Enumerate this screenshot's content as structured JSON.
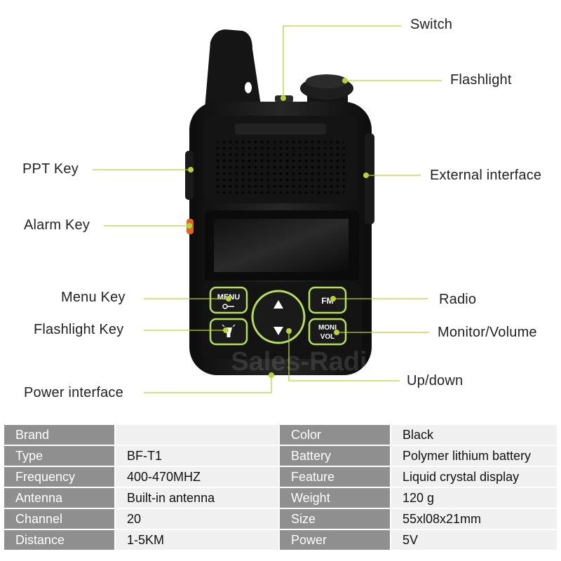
{
  "colors": {
    "callout_line": "#b8d336",
    "key_ring": "#b6e05a",
    "device_body": "#1b1b1b",
    "table_key_bg": "#8f8f8f",
    "table_value_bg": "#f0f0f0"
  },
  "callouts": {
    "switch": "Switch",
    "flashlight": "Flashlight",
    "ppt_key": "PPT Key",
    "external_interface": "External interface",
    "alarm_key": "Alarm Key",
    "menu_key": "Menu Key",
    "radio": "Radio",
    "flashlight_key": "Flashlight Key",
    "monitor_volume": "Monitor/Volume",
    "up_down": "Up/down",
    "power_interface": "Power interface"
  },
  "device": {
    "menu_label": "MENU",
    "fm_label": "FM",
    "moni_label": "MONI",
    "vol_label": "VOL",
    "watermark": "Sales-Radio",
    "icons": [
      "up-arrow-icon",
      "down-arrow-icon",
      "flashlight-icon",
      "key-icon"
    ]
  },
  "specs": [
    {
      "k1": "Brand",
      "v1": "",
      "k2": "Color",
      "v2": "Black"
    },
    {
      "k1": "Type",
      "v1": "BF-T1",
      "k2": "Battery",
      "v2": "Polymer lithium battery"
    },
    {
      "k1": "Frequency",
      "v1": "400-470MHZ",
      "k2": "Feature",
      "v2": "Liquid crystal display"
    },
    {
      "k1": "Antenna",
      "v1": "Built-in antenna",
      "k2": "Weight",
      "v2": "120 g"
    },
    {
      "k1": "Channel",
      "v1": "20",
      "k2": "Size",
      "v2": "55xl08x21mm"
    },
    {
      "k1": "Distance",
      "v1": "1-5KM",
      "k2": "Power",
      "v2": "5V"
    }
  ]
}
